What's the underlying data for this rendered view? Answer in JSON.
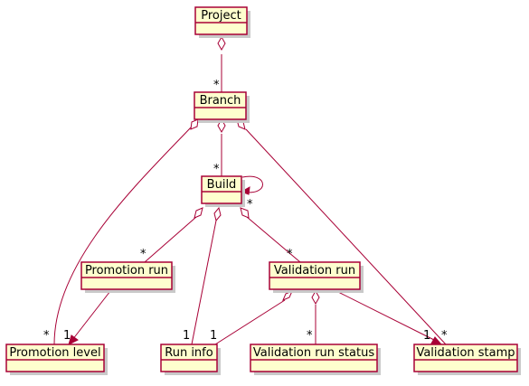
{
  "diagram": {
    "classes": {
      "project": "Project",
      "branch": "Branch",
      "build": "Build",
      "promotion_run": "Promotion run",
      "validation_run": "Validation run",
      "promotion_level": "Promotion level",
      "run_info": "Run info",
      "validation_run_status": "Validation run status",
      "validation_stamp": "Validation stamp"
    },
    "multiplicities": {
      "project_branch_many": "*",
      "branch_build_many": "*",
      "build_self_many": "*",
      "build_promotion_run_many": "*",
      "build_validation_run_many": "*",
      "branch_promotion_level_many": "*",
      "branch_validation_stamp_many": "*",
      "build_run_info_one": "1",
      "promotion_run_level_one": "1",
      "validation_run_info_one": "1",
      "validation_run_status_many": "*",
      "validation_run_stamp_one": "1"
    }
  }
}
